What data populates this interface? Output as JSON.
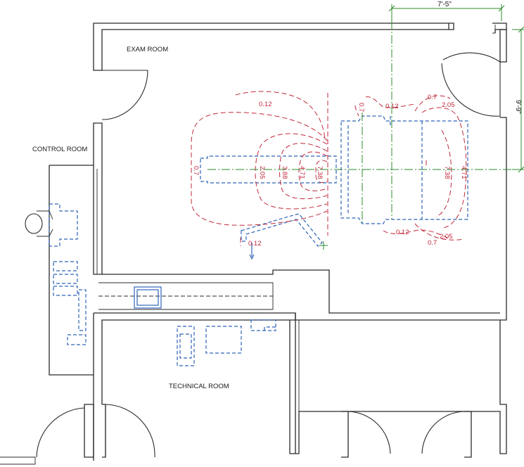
{
  "rooms": {
    "exam": "EXAM ROOM",
    "control": "CONTROL ROOM",
    "technical": "TECHNICAL ROOM"
  },
  "dimensions": {
    "width": "7'-5\"",
    "depth": "9'-9\""
  },
  "isodose_labels": {
    "left_012": "0.12",
    "left_07": "0.7",
    "left_205": "2.05",
    "left_388": "3.88",
    "left_471": "4.71",
    "left_738": "7.38",
    "top_07": "0.7",
    "top_012": "0.12",
    "arm_012": "0.12",
    "tr_07": "0.7",
    "tr_205": "2.05",
    "r_738": "7.38",
    "r_471": "4.71",
    "b_012": "0.12",
    "b_205": "2.05",
    "b_07": "0.7"
  },
  "colors": {
    "walls": "#2a2a2a",
    "equipment": "#2f63b8",
    "isodose": "#c0283a",
    "dimension": "#2e8b2e"
  }
}
